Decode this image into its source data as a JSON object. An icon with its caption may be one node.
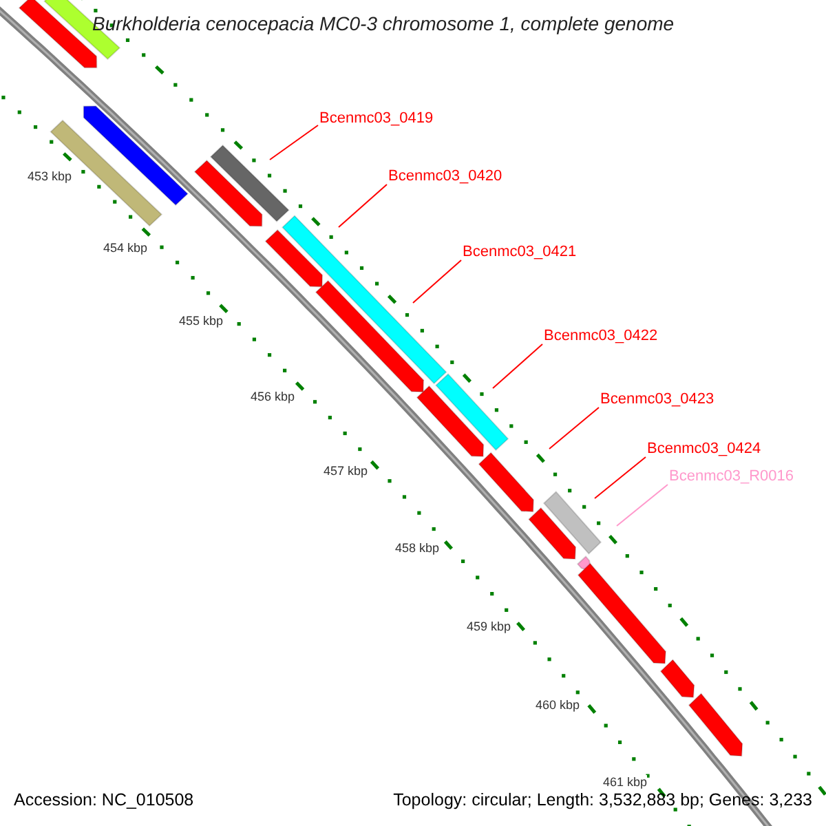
{
  "diagram": {
    "title": "Burkholderia cenocepacia MC0-3 chromosome 1, complete genome",
    "nodes": [
      {
        "text": [
          "Bcenmc03_0419"
        ]
      },
      {
        "text": [
          "Bcenmc03_0420"
        ]
      },
      {
        "text": [
          "Bcenmc03_0421"
        ]
      },
      {
        "text": [
          "Bcenmc03_0422"
        ]
      },
      {
        "text": [
          "Bcenmc03_0423"
        ]
      },
      {
        "text": [
          "Bcenmc03_0424"
        ]
      },
      {
        "text": [
          "Bcenmc03_R0016"
        ]
      }
    ],
    "edges": [
      {
        "from": 0,
        "to": null,
        "arrow": "none"
      },
      {
        "from": 1,
        "to": null,
        "arrow": "none"
      },
      {
        "from": 2,
        "to": null,
        "arrow": "none"
      },
      {
        "from": 3,
        "to": null,
        "arrow": "none"
      },
      {
        "from": 4,
        "to": null,
        "arrow": "none"
      },
      {
        "from": 5,
        "to": null,
        "arrow": "none"
      },
      {
        "from": 6,
        "to": null,
        "arrow": "none",
        "color": "#ff99cc"
      }
    ],
    "labels": [
      "453 kbp",
      "454 kbp",
      "455 kbp",
      "456 kbp",
      "457 kbp",
      "458 kbp",
      "459 kbp",
      "460 kbp",
      "461 kbp",
      "Accession: NC_010508",
      "Topology: circular; Length: 3,532,883 bp; Genes: 3,233"
    ]
  }
}
